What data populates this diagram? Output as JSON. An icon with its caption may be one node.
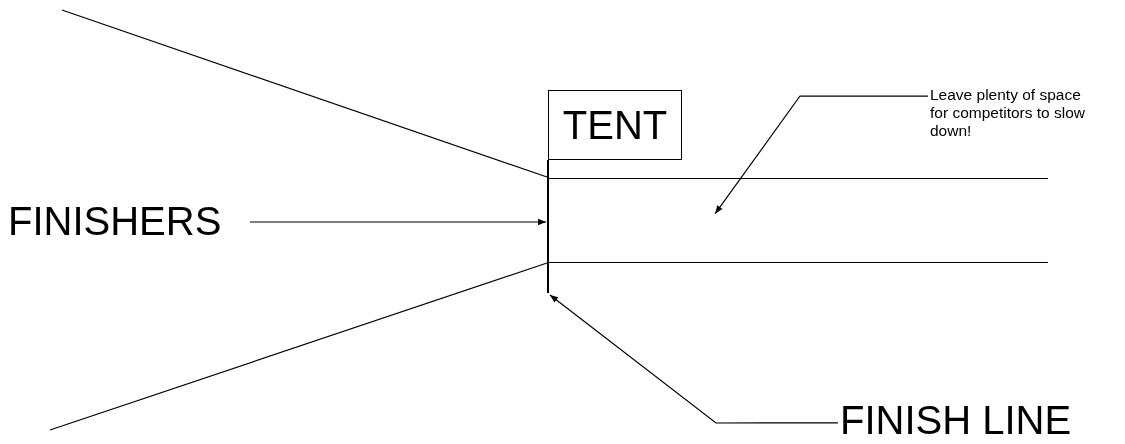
{
  "diagram": {
    "nodes": [
      {
        "text": [
          "TENT"
        ]
      },
      {
        "text": [
          "FINISHERS"
        ]
      },
      {
        "text": [],
        "shape": "bar"
      },
      {
        "text": [
          "Leave plenty of space for competitors to slow down!"
        ]
      },
      {
        "text": [],
        "shape": "box"
      },
      {
        "text": [
          "FINISH LINE"
        ]
      }
    ],
    "edges": [
      {
        "from": 1,
        "to": 2,
        "arrow": "to"
      },
      {
        "from": 3,
        "to": 4,
        "arrow": "to"
      },
      {
        "from": 5,
        "to": 2,
        "arrow": "to"
      }
    ]
  }
}
